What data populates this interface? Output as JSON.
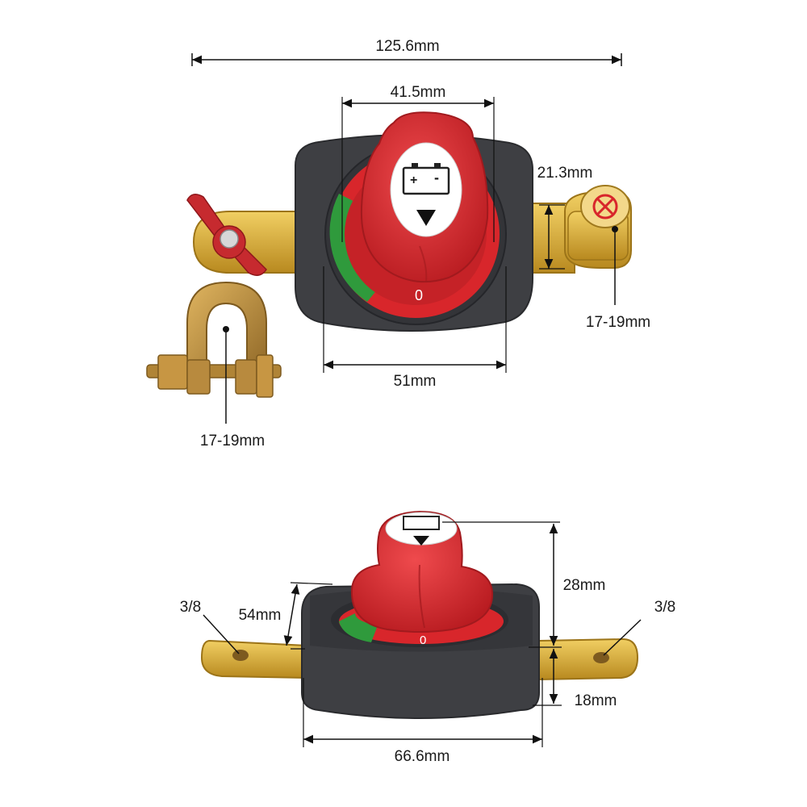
{
  "colors": {
    "housing": "#3e3f43",
    "housing_dark": "#2c2d30",
    "knob_red": "#d8262b",
    "knob_dark": "#a81a1f",
    "green": "#2f9a3c",
    "brass": "#d9ad3a",
    "brass_dark": "#a57c1a",
    "bronze": "#b88a3e",
    "line": "#111111"
  },
  "top_view": {
    "overall_width": "125.6mm",
    "knob_width": "41.5mm",
    "housing_width": "51mm",
    "terminal_height": "21.3mm",
    "post_diameter": "17-19mm",
    "clamp_diameter": "17-19mm",
    "knob_symbols": {
      "plus": "+",
      "minus": "-",
      "off": "0"
    }
  },
  "side_view": {
    "knob_height": "28mm",
    "housing_depth": "54mm",
    "base_height": "18mm",
    "base_width": "66.6mm",
    "hole_left": "3/8",
    "hole_right": "3/8",
    "knob_symbols": {
      "off": "0"
    }
  }
}
